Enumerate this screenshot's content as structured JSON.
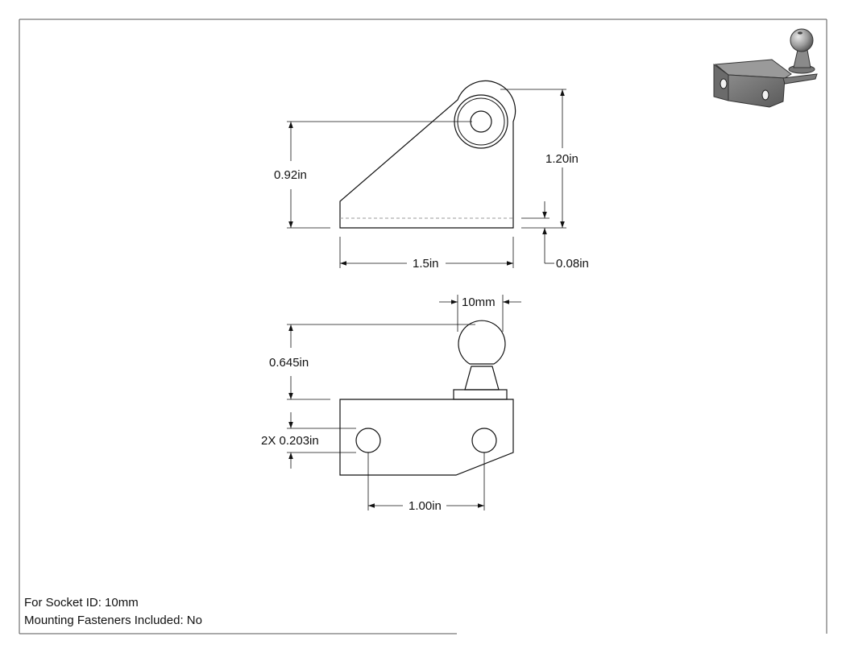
{
  "dimensions": {
    "top_height": "0.92in",
    "overall_height": "1.20in",
    "width": "1.5in",
    "thickness": "0.08in",
    "ball_diameter": "10mm",
    "stud_height": "0.645in",
    "hole_dia": "2X 0.203in",
    "hole_spacing": "1.00in"
  },
  "notes": {
    "socket": "For Socket ID: 10mm",
    "fasteners": "Mounting Fasteners Included: No"
  }
}
